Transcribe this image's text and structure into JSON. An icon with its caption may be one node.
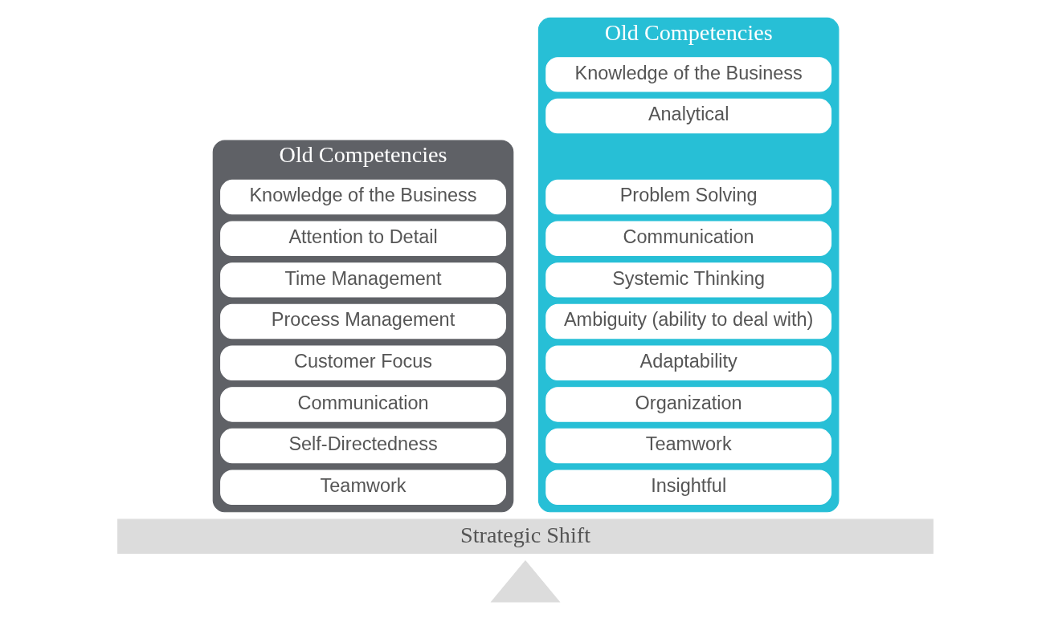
{
  "diagram": {
    "nodes": [
      {
        "text": [
          "Old Competencies"
        ]
      },
      {
        "text": [
          "Knowledge of the Business"
        ],
        "in": 0
      },
      {
        "text": [
          "Attention to Detail"
        ],
        "in": 0
      },
      {
        "text": [
          "Time Management"
        ],
        "in": 0
      },
      {
        "text": [
          "Process Management"
        ],
        "in": 0
      },
      {
        "text": [
          "Customer Focus"
        ],
        "in": 0
      },
      {
        "text": [
          "Communication"
        ],
        "in": 0
      },
      {
        "text": [
          "Self-Directedness"
        ],
        "in": 0
      },
      {
        "text": [
          "Teamwork"
        ],
        "in": 0
      },
      {
        "text": [
          "Old Competencies"
        ]
      },
      {
        "text": [
          "Knowledge of the Business"
        ],
        "in": 9
      },
      {
        "text": [
          "Analytical"
        ],
        "in": 9
      },
      {
        "text": [
          "Problem Solving"
        ],
        "in": 9
      },
      {
        "text": [
          "Communication"
        ],
        "in": 9
      },
      {
        "text": [
          "Systemic Thinking"
        ],
        "in": 9
      },
      {
        "text": [
          "Ambiguity (ability to deal with)"
        ],
        "in": 9
      },
      {
        "text": [
          "Adaptability"
        ],
        "in": 9
      },
      {
        "text": [
          "Organization"
        ],
        "in": 9
      },
      {
        "text": [
          "Teamwork"
        ],
        "in": 9
      },
      {
        "text": [
          "Insightful"
        ],
        "in": 9
      },
      {
        "text": [
          "Strategic Shift"
        ]
      },
      {
        "text": [],
        "shape": "triangle"
      }
    ],
    "edges": []
  }
}
